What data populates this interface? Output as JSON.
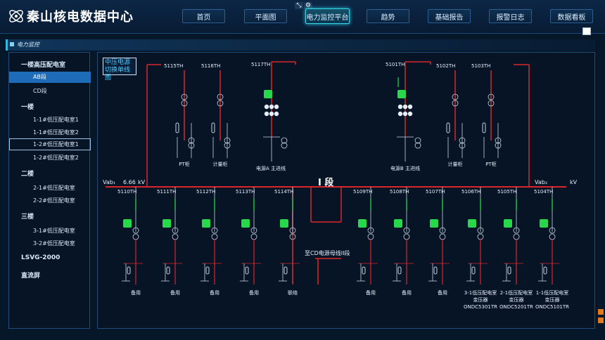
{
  "app": {
    "title": "秦山核电数据中心"
  },
  "nav": [
    {
      "label": "首页",
      "active": false
    },
    {
      "label": "平面图",
      "active": false
    },
    {
      "label": "电力监控平台",
      "active": true
    },
    {
      "label": "趋势",
      "active": false
    },
    {
      "label": "基础报告",
      "active": false
    },
    {
      "label": "报警日志",
      "active": false
    },
    {
      "label": "数据看板",
      "active": false
    }
  ],
  "panel": {
    "title": "电力监控"
  },
  "sidebar": {
    "items": [
      {
        "label": "一楼高压配电室",
        "level": 1
      },
      {
        "label": "AB段",
        "level": 2,
        "selected": true
      },
      {
        "label": "CD段",
        "level": 2
      },
      {
        "label": "一楼",
        "level": 1
      },
      {
        "label": "1-1#低压配电室1",
        "level": 2
      },
      {
        "label": "1-1#低压配电室2",
        "level": 2
      },
      {
        "label": "1-2#低压配电室1",
        "level": 2,
        "outlined": true
      },
      {
        "label": "1-2#低压配电室2",
        "level": 2
      },
      {
        "label": "二楼",
        "level": 1
      },
      {
        "label": "2-1#低压配电室",
        "level": 2
      },
      {
        "label": "2-2#低压配电室",
        "level": 2
      },
      {
        "label": "三楼",
        "level": 1
      },
      {
        "label": "3-1#低压配电室",
        "level": 2
      },
      {
        "label": "3-2#低压配电室",
        "level": 2
      },
      {
        "label": "LSVG-2000",
        "level": 1
      },
      {
        "label": "直流屏",
        "level": 1
      }
    ]
  },
  "diagram": {
    "mv_label": "中压电源\n切换单线图",
    "section_label": "I 段",
    "bus_left": {
      "name": "Vab₁",
      "value": "6.66",
      "unit": "kV"
    },
    "bus_right": {
      "name": "Vab₂",
      "unit": "kV"
    },
    "cd_label": "至CD电源母线II段",
    "top_breakers": [
      "5115TH",
      "5116TH",
      "5117TH",
      "5101TH",
      "5102TH",
      "5103TH"
    ],
    "top_labels": [
      "PT柜",
      "计量柜",
      "电源A 主进线",
      "电源B 主进线",
      "计量柜",
      "PT柜"
    ],
    "bottom_breakers": [
      "5110TH",
      "5111TH",
      "5112TH",
      "5113TH",
      "5114TH",
      "5109TH",
      "5108TH",
      "5107TH",
      "5106TH",
      "5105TH",
      "5104TH"
    ],
    "bottom_labels": [
      "备用",
      "备用",
      "备用",
      "备用",
      "联络",
      "备用",
      "备用",
      "备用"
    ],
    "transformers": [
      {
        "line1": "3-1低压配电室",
        "line2": "变压器",
        "line3": "ONDC5301TR"
      },
      {
        "line1": "2-1低压配电室",
        "line2": "变压器",
        "line3": "ONDC5201TR"
      },
      {
        "line1": "1-1低压配电室",
        "line2": "变压器",
        "line3": "ONDC5101TR"
      }
    ],
    "colors": {
      "bus": "#d9262b",
      "closed": "#27d94a",
      "open": "#27d94a",
      "line": "#c8d4e0"
    }
  }
}
